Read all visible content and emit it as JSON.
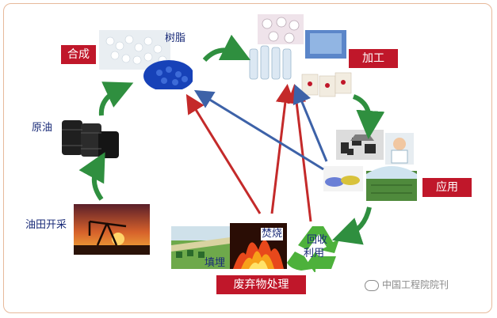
{
  "labels": {
    "synthesis": "合成",
    "processing": "加工",
    "application": "应用",
    "waste_treatment": "废弃物处理"
  },
  "texts": {
    "resin": "树脂",
    "crude_oil": "原油",
    "oilfield": "油田开采",
    "incineration": "焚烧",
    "landfill": "填埋",
    "recycle_line1": "回收",
    "recycle_line2": "利用"
  },
  "watermark": "中国工程院院刊",
  "colors": {
    "label_bg": "#c0172a",
    "label_text": "#ffffff",
    "cycle_arrow": "#2f8f3f",
    "red_arrow": "#c42a2a",
    "blue_arrow": "#3d62a8",
    "text_blue": "#1a2b78",
    "frame_border": "#e7b99b"
  }
}
